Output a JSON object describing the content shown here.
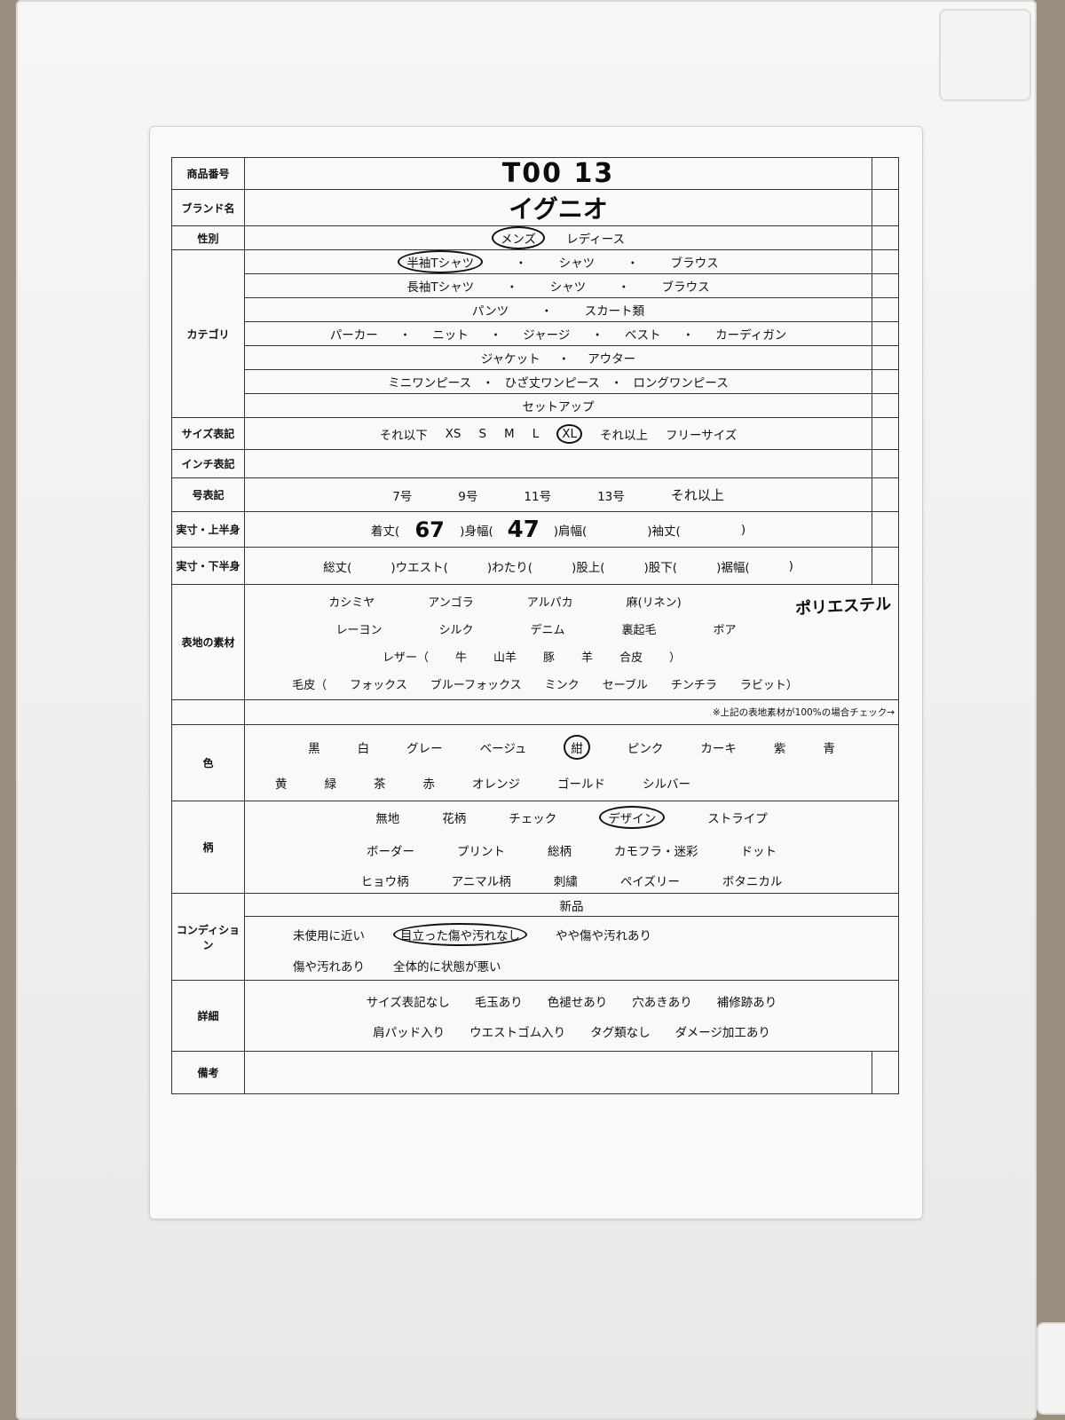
{
  "form": {
    "product_no": {
      "label": "商品番号",
      "value": "T00 13"
    },
    "brand": {
      "label": "ブランド名",
      "value": "イグニオ"
    },
    "gender": {
      "label": "性別",
      "options": [
        "メンズ",
        "レディース"
      ],
      "selected": "メンズ"
    },
    "category": {
      "label": "カテゴリ",
      "rows": [
        [
          "半袖Tシャツ",
          "・",
          "シャツ",
          "・",
          "ブラウス"
        ],
        [
          "長袖Tシャツ",
          "・",
          "シャツ",
          "・",
          "ブラウス"
        ],
        [
          "パンツ",
          "・",
          "スカート類"
        ],
        [
          "パーカー",
          "・",
          "ニット",
          "・",
          "ジャージ",
          "・",
          "ベスト",
          "・",
          "カーディガン"
        ],
        [
          "ジャケット",
          "・",
          "アウター"
        ],
        [
          "ミニワンピース",
          "・",
          "ひざ丈ワンピース",
          "・",
          "ロングワンピース"
        ],
        [
          "セットアップ"
        ]
      ],
      "selected": "半袖Tシャツ"
    },
    "size": {
      "label": "サイズ表記",
      "options": [
        "それ以下",
        "XS",
        "S",
        "M",
        "L",
        "XL",
        "それ以上",
        "フリーサイズ"
      ],
      "selected": "XL"
    },
    "inch": {
      "label": "インチ表記"
    },
    "gou": {
      "label": "号表記",
      "options": [
        "7号",
        "9号",
        "11号",
        "13号",
        "それ以上"
      ]
    },
    "upper": {
      "label": "実寸・上半身",
      "fields": [
        {
          "name": "着丈(",
          "value": "67"
        },
        {
          "name": ")身幅(",
          "value": "47"
        },
        {
          "name": ")肩幅(",
          "value": ""
        },
        {
          "name": ")袖丈(",
          "value": ""
        }
      ],
      "close": ")"
    },
    "lower": {
      "label": "実寸・下半身",
      "fields": [
        "総丈(",
        ")ウエスト(",
        ")わたり(",
        ")股上(",
        ")股下(",
        ")裾幅(",
        ")"
      ]
    },
    "material": {
      "label": "表地の素材",
      "rows": [
        [
          "カシミヤ",
          "アンゴラ",
          "アルパカ",
          "麻(リネン)"
        ],
        [
          "レーヨン",
          "シルク",
          "デニム",
          "裏起毛",
          "ボア"
        ],
        [
          "レザー（",
          "牛",
          "山羊",
          "豚",
          "羊",
          "合皮",
          "）"
        ],
        [
          "毛皮（",
          "フォックス",
          "ブルーフォックス",
          "ミンク",
          "セーブル",
          "チンチラ",
          "ラビット）"
        ]
      ],
      "handwritten": "ポリエステル",
      "note": "※上記の表地素材が100%の場合チェック→"
    },
    "color": {
      "label": "色",
      "rows": [
        [
          "黒",
          "白",
          "グレー",
          "ベージュ",
          "紺",
          "ピンク",
          "カーキ",
          "紫",
          "青"
        ],
        [
          "黄",
          "緑",
          "茶",
          "赤",
          "オレンジ",
          "ゴールド",
          "シルバー"
        ]
      ],
      "selected": "紺"
    },
    "pattern": {
      "label": "柄",
      "rows": [
        [
          "無地",
          "花柄",
          "チェック",
          "デザイン",
          "ストライプ"
        ],
        [
          "ボーダー",
          "プリント",
          "総柄",
          "カモフラ・迷彩",
          "ドット"
        ],
        [
          "ヒョウ柄",
          "アニマル柄",
          "刺繍",
          "ペイズリー",
          "ボタニカル"
        ]
      ],
      "selected": "デザイン"
    },
    "condition": {
      "label": "コンディション",
      "top": "新品",
      "rows": [
        [
          "未使用に近い",
          "目立った傷や汚れなし",
          "やや傷や汚れあり"
        ],
        [
          "傷や汚れあり",
          "全体的に状態が悪い"
        ]
      ],
      "selected": "目立った傷や汚れなし"
    },
    "details": {
      "label": "詳細",
      "rows": [
        [
          "サイズ表記なし",
          "毛玉あり",
          "色褪せあり",
          "穴あきあり",
          "補修跡あり"
        ],
        [
          "肩パッド入り",
          "ウエストゴム入り",
          "タグ類なし",
          "ダメージ加工あり"
        ]
      ]
    },
    "remarks": {
      "label": "備考"
    }
  }
}
